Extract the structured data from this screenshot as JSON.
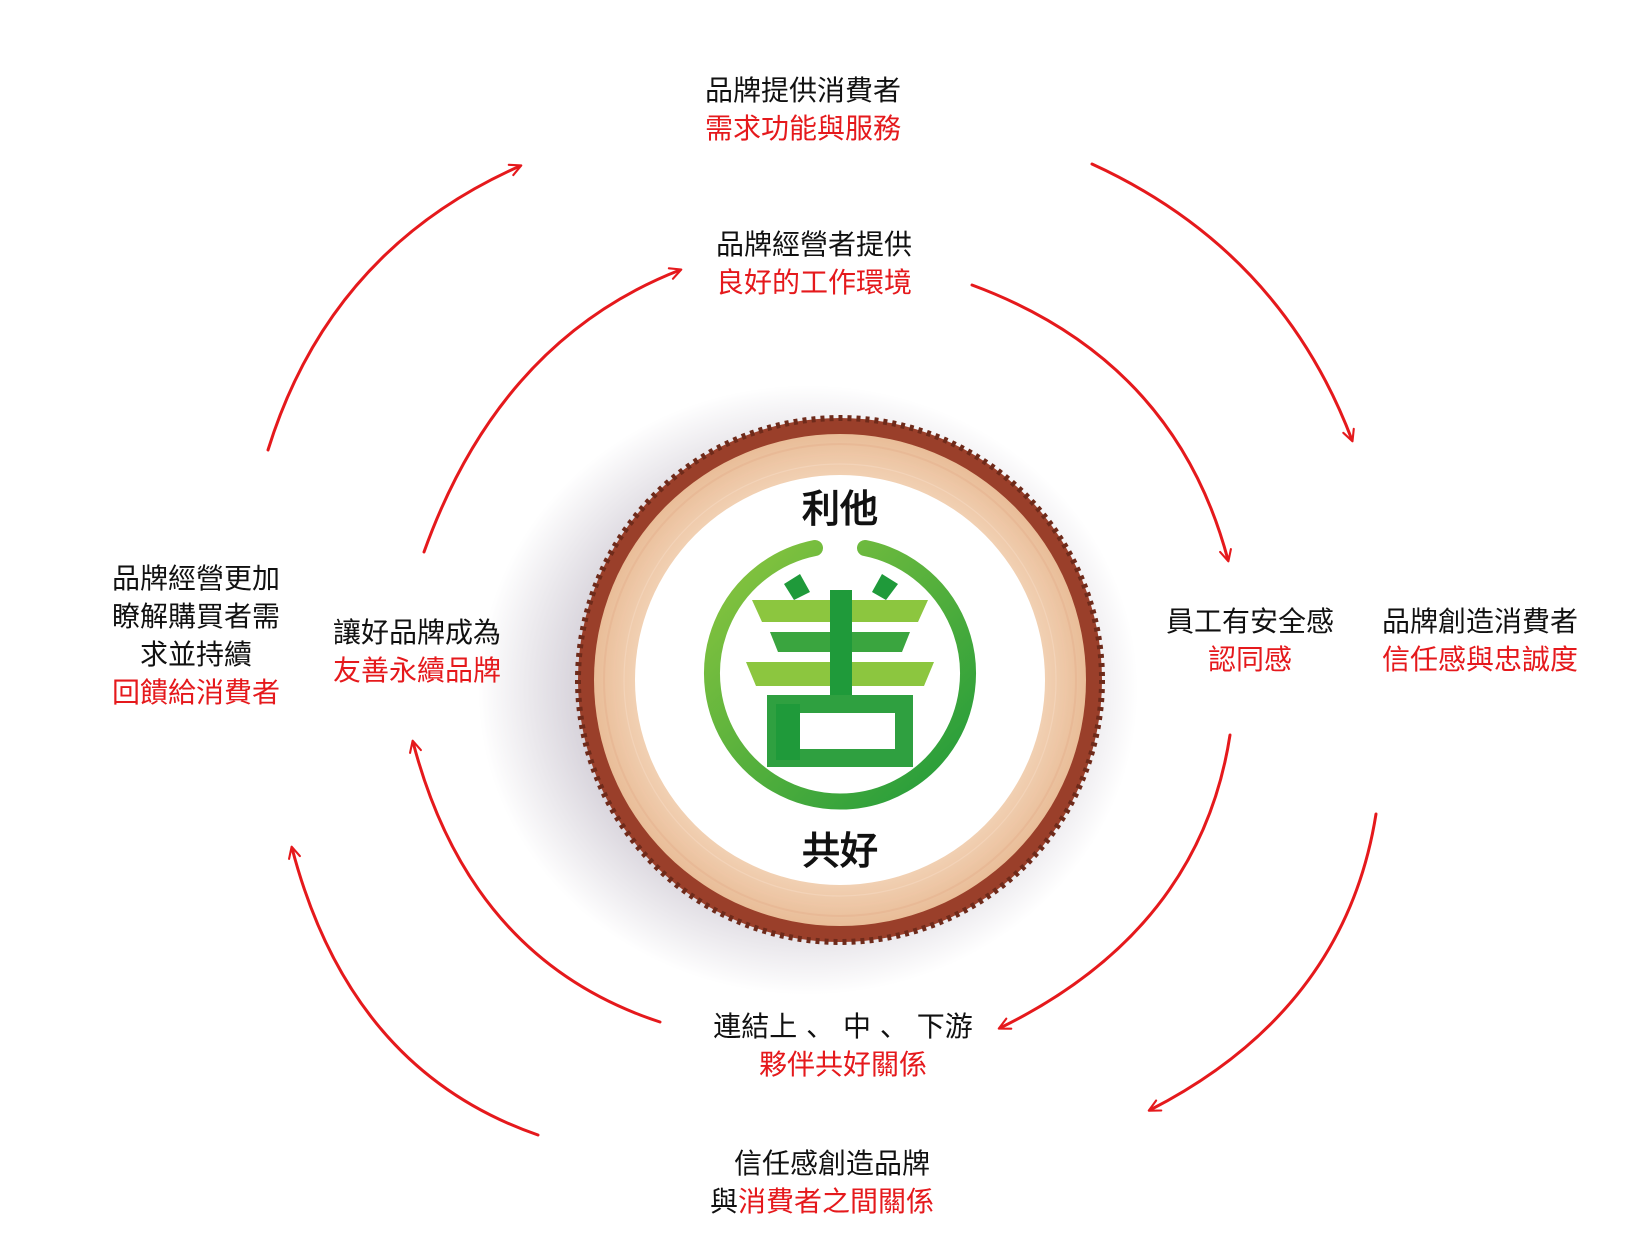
{
  "colors": {
    "arrow": "#e5191c",
    "accent_text": "#e5191c",
    "body_text": "#111111",
    "emblem_green_dark": "#1f9a3a",
    "emblem_green_light": "#8cc63f",
    "bark": "#9a3f2a",
    "wood": "#f6dcc4"
  },
  "center": {
    "top_label": "利他",
    "bottom_label": "共好",
    "emblem_icon": "shan-character-emblem"
  },
  "outer_ring": {
    "top": {
      "line1": "品牌提供消費者",
      "line2": "需求功能與服務"
    },
    "right": {
      "line1": "品牌創造消費者",
      "line2": "信任感與忠誠度"
    },
    "bottom": {
      "line1": "信任感創造品牌",
      "line2_prefix": "與",
      "line2_red": "消費者之間關係"
    },
    "left": {
      "line1": "品牌經營更加",
      "line2": "瞭解購買者需",
      "line3": "求並持續",
      "line4": "回饋給消費者"
    }
  },
  "inner_ring": {
    "top": {
      "line1": "品牌經營者提供",
      "line2": "良好的工作環境"
    },
    "right": {
      "line1": "員工有安全感",
      "line2": "認同感"
    },
    "bottom": {
      "line1": "連結上 、 中 、 下游",
      "line2": "夥伴共好關係"
    },
    "left": {
      "line1": "讓好品牌成為",
      "line2": "友善永續品牌"
    }
  }
}
